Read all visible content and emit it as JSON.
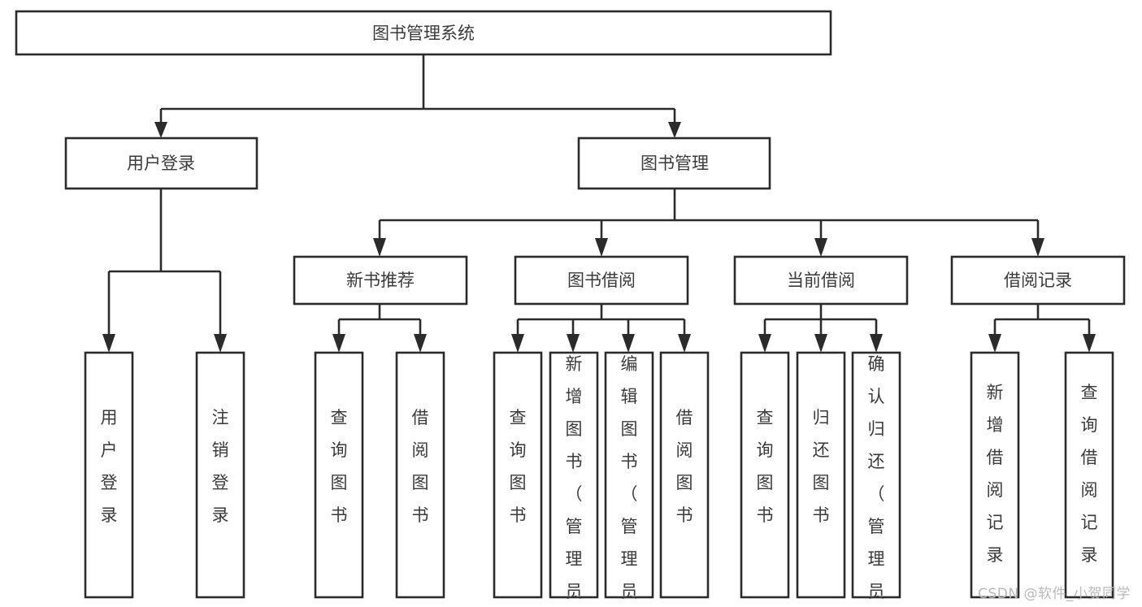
{
  "diagram": {
    "title": "图书管理系统",
    "type": "tree",
    "watermark": "CSDN @软件_小贺同学",
    "colors": {
      "box_stroke": "#2b2b2b",
      "box_fill": "#ffffff",
      "text": "#3a3a3a",
      "connector": "#2b2b2b",
      "watermark": "#b9b9b9",
      "background": "#ffffff"
    },
    "levels": {
      "root": {
        "label": "图书管理系统"
      },
      "level2": [
        {
          "id": "user-login",
          "label": "用户登录"
        },
        {
          "id": "book-manage",
          "label": "图书管理"
        }
      ],
      "level3": [
        {
          "id": "new-book-rec",
          "label": "新书推荐"
        },
        {
          "id": "book-borrow",
          "label": "图书借阅"
        },
        {
          "id": "current-borrow",
          "label": "当前借阅"
        },
        {
          "id": "borrow-record",
          "label": "借阅记录"
        }
      ],
      "leaves": [
        {
          "id": "leaf-user-login",
          "label": "用户登录",
          "parent": "user-login"
        },
        {
          "id": "leaf-user-logout",
          "label": "注销登录",
          "parent": "user-login"
        },
        {
          "id": "leaf-query-book-1",
          "label": "查询图书",
          "parent": "new-book-rec"
        },
        {
          "id": "leaf-borrow-book-1",
          "label": "借阅图书",
          "parent": "new-book-rec"
        },
        {
          "id": "leaf-query-book-2",
          "label": "查询图书",
          "parent": "book-borrow"
        },
        {
          "id": "leaf-add-book",
          "label": "新增图书（管理员）",
          "parent": "book-borrow"
        },
        {
          "id": "leaf-edit-book",
          "label": "编辑图书（管理员）",
          "parent": "book-borrow"
        },
        {
          "id": "leaf-borrow-book-2",
          "label": "借阅图书",
          "parent": "book-borrow"
        },
        {
          "id": "leaf-query-book-3",
          "label": "查询图书",
          "parent": "current-borrow"
        },
        {
          "id": "leaf-return-book",
          "label": "归还图书",
          "parent": "current-borrow"
        },
        {
          "id": "leaf-confirm-return",
          "label": "确认归还（管理员）",
          "parent": "current-borrow"
        },
        {
          "id": "leaf-add-record",
          "label": "新增借阅记录",
          "parent": "borrow-record"
        },
        {
          "id": "leaf-query-record",
          "label": "查询借阅记录",
          "parent": "borrow-record"
        }
      ]
    }
  }
}
